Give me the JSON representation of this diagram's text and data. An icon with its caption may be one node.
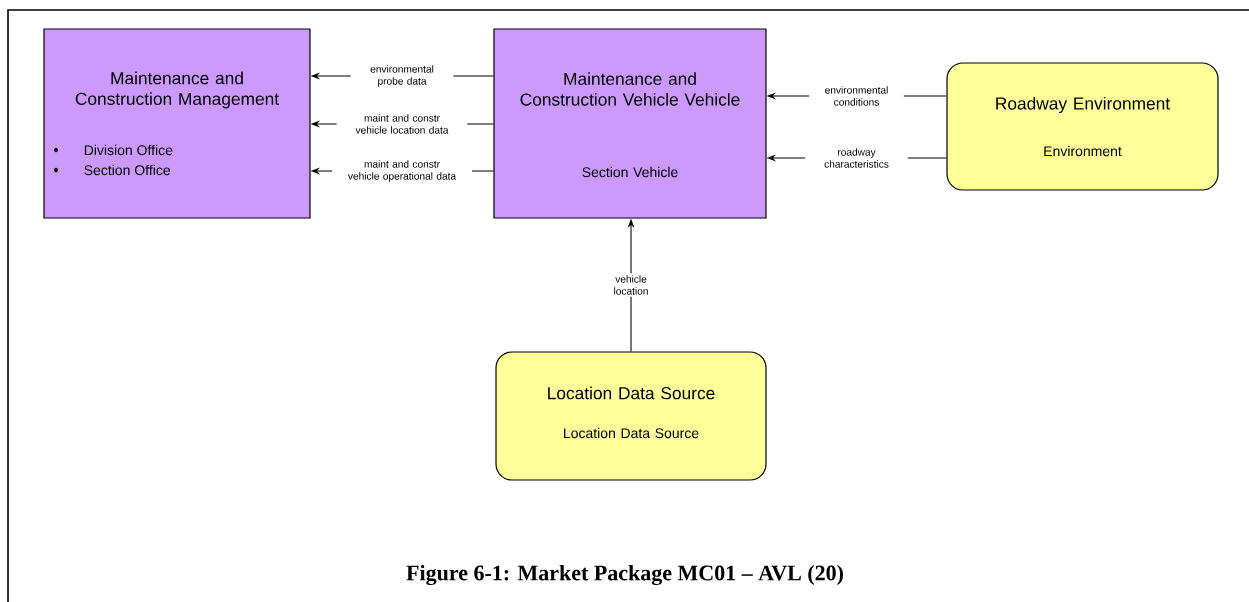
{
  "diagram": {
    "caption": "Figure 6-1: Market Package MC01 – AVL (20)",
    "nodes": [
      {
        "text": [
          "Maintenance and Construction Management",
          "Division Office",
          "Section Office"
        ]
      },
      {
        "text": [
          "Maintenance and Construction Vehicle Vehicle",
          "Section Vehicle"
        ]
      },
      {
        "text": [
          "Roadway Environment",
          "Environment"
        ]
      },
      {
        "text": [
          "Location Data Source",
          "Location Data Source"
        ]
      }
    ],
    "edges": [
      {
        "from": 1,
        "to": 0,
        "arrow": "to",
        "label": "environmental probe data"
      },
      {
        "from": 1,
        "to": 0,
        "arrow": "to",
        "label": "maint and constr vehicle location data"
      },
      {
        "from": 1,
        "to": 0,
        "arrow": "to",
        "label": "maint and constr vehicle operational data"
      },
      {
        "from": 2,
        "to": 1,
        "arrow": "to",
        "label": "environmental conditions"
      },
      {
        "from": 2,
        "to": 1,
        "arrow": "to",
        "label": "roadway characteristics"
      },
      {
        "from": 3,
        "to": 1,
        "arrow": "to",
        "label": "vehicle location"
      }
    ]
  }
}
